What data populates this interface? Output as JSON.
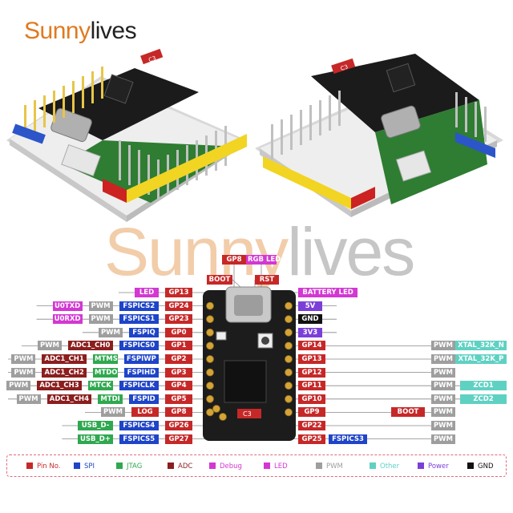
{
  "brand": {
    "part1": "Sunny",
    "part2": "lives"
  },
  "watermark": {
    "part1": "Sunny",
    "part2": "lives"
  },
  "chip_labels": {
    "left_photo": "C3",
    "right_photo": "C3",
    "diagram": "C3"
  },
  "pinout": {
    "top": {
      "gp8": "GP8",
      "rgb": "RGB LED",
      "boot": "BOOT",
      "rst": "RST"
    },
    "left": [
      [
        "LED",
        "GP13"
      ],
      [
        "U0TXD",
        "PWM",
        "FSPICS2",
        "GP24"
      ],
      [
        "U0RXD",
        "PWM",
        "FSPICS1",
        "GP23"
      ],
      [
        "PWM",
        "FSPIQ",
        "GP0"
      ],
      [
        "PWM",
        "ADC1_CH0",
        "FSPICS0",
        "GP1"
      ],
      [
        "PWM",
        "ADC1_CH1",
        "MTMS",
        "FSPIWP",
        "GP2"
      ],
      [
        "PWM",
        "ADC1_CH2",
        "MTDO",
        "FSPIHD",
        "GP3"
      ],
      [
        "PWM",
        "ADC1_CH3",
        "MTCK",
        "FSPICLK",
        "GP4"
      ],
      [
        "PWM",
        "ADC1_CH4",
        "MTDI",
        "FSPID",
        "GP5"
      ],
      [
        "PWM",
        "LOG",
        "GP8"
      ],
      [
        "USB_D-",
        "FSPICS4",
        "GP26"
      ],
      [
        "USB_D+",
        "FSPICS5",
        "GP27"
      ]
    ],
    "right": [
      [
        "BATTERY LED"
      ],
      [
        "5V"
      ],
      [
        "GND"
      ],
      [
        "3V3"
      ],
      [
        "GP14",
        "PWM",
        "XTAL_32K_N"
      ],
      [
        "GP13",
        "PWM",
        "XTAL_32K_P"
      ],
      [
        "GP12",
        "PWM"
      ],
      [
        "GP11",
        "PWM",
        "ZCD1"
      ],
      [
        "GP10",
        "PWM",
        "ZCD2"
      ],
      [
        "GP9",
        "BOOT",
        "PWM"
      ],
      [
        "GP22",
        "PWM"
      ],
      [
        "GP25",
        "FSPICS3",
        "PWM"
      ]
    ]
  },
  "legend": [
    {
      "label": "Pin No.",
      "color": "#c62828"
    },
    {
      "label": "SPI",
      "color": "#1e44c8"
    },
    {
      "label": "JTAG",
      "color": "#2fa84f"
    },
    {
      "label": "ADC",
      "color": "#8b1e1e"
    },
    {
      "label": "Debug",
      "color": "#d338d3"
    },
    {
      "label": "LED",
      "color": "#d338d3"
    },
    {
      "label": "PWM",
      "color": "#9e9e9e"
    },
    {
      "label": "Other",
      "color": "#5fd1c3"
    },
    {
      "label": "Power",
      "color": "#7b3fd8"
    },
    {
      "label": "GND",
      "color": "#111111"
    }
  ]
}
